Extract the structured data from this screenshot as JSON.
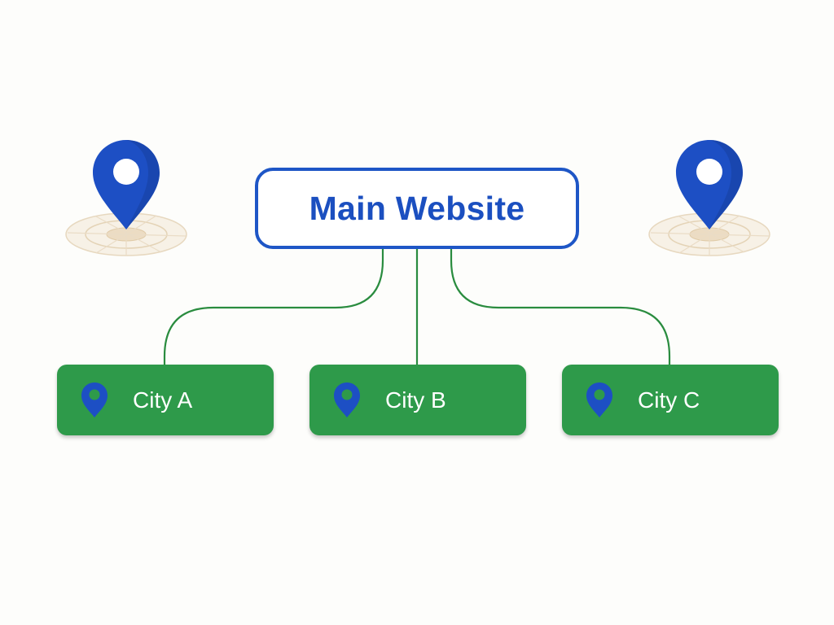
{
  "diagram": {
    "root": {
      "label": "Main Website"
    },
    "children": [
      {
        "label": "City A"
      },
      {
        "label": "City B"
      },
      {
        "label": "City C"
      }
    ],
    "decorations": [
      {
        "icon": "map-pin-icon"
      },
      {
        "icon": "map-pin-icon"
      }
    ],
    "child_icon": "location-pin-icon",
    "colors": {
      "root_border": "#1e56c6",
      "root_text": "#1b4fc0",
      "child_fill": "#2e9a4a",
      "child_text": "#ffffff",
      "connector": "#2a8c3f",
      "pin": "#1d4fc4"
    }
  }
}
